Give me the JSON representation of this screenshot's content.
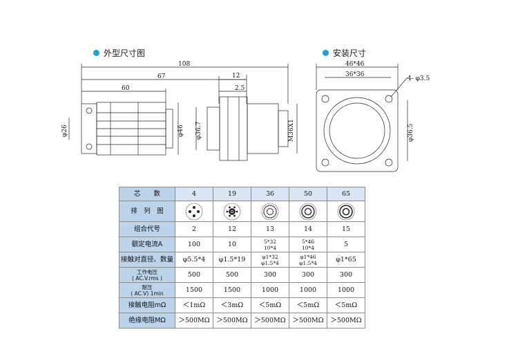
{
  "headings": {
    "outline": "外型尺寸图",
    "mounting": "安装尺寸"
  },
  "drawing_labels": {
    "d108": "108",
    "d67": "67",
    "d60": "60",
    "d12": "12",
    "d2_5": "2.5",
    "phi26": "φ26",
    "phi46": "φ46",
    "phi36_7": "φ36.7",
    "m36": "M36X1",
    "sq46": "46*46",
    "sq36": "36*36",
    "holes": "4- φ3.5",
    "phi36_5": "φ36.5"
  },
  "table": {
    "header_label": "芯　　数",
    "cores": [
      "4",
      "19",
      "36",
      "50",
      "65"
    ],
    "pin_counts": [
      4,
      19,
      36,
      50,
      65
    ],
    "rows": [
      {
        "label": "排　列　图",
        "values": []
      },
      {
        "label": "组合代号",
        "values": [
          "2",
          "12",
          "13",
          "14",
          "15"
        ]
      },
      {
        "label": "额定电流A",
        "values": [
          "100",
          "10",
          [
            "5*32",
            "10*4"
          ],
          [
            "5*46",
            "10*4"
          ],
          "5"
        ]
      },
      {
        "label": "接触对直径、数量",
        "values": [
          "φ5.5*4",
          "φ1.5*19",
          [
            "φ1*32",
            "φ1.5*4"
          ],
          [
            "φ1*46",
            "φ1.5*4"
          ],
          "φ1*65"
        ]
      },
      {
        "label": [
          "工作电压",
          "( AC.V.rms )"
        ],
        "values": [
          "500",
          "500",
          "300",
          "300",
          "300"
        ]
      },
      {
        "label": [
          "耐压",
          "( AC.V) 1min"
        ],
        "values": [
          "1500",
          "1500",
          "1000",
          "1000",
          "1000"
        ]
      },
      {
        "label": "接触电阻mΩ",
        "values": [
          "＜1mΩ",
          "＜3mΩ",
          "＜5mΩ",
          "＜5mΩ",
          "＜5mΩ"
        ]
      },
      {
        "label": "绝缘电阻MΩ",
        "values": [
          "＞500MΩ",
          "＞500MΩ",
          "＞500MΩ",
          "＞500MΩ",
          "＞500MΩ"
        ]
      }
    ]
  }
}
